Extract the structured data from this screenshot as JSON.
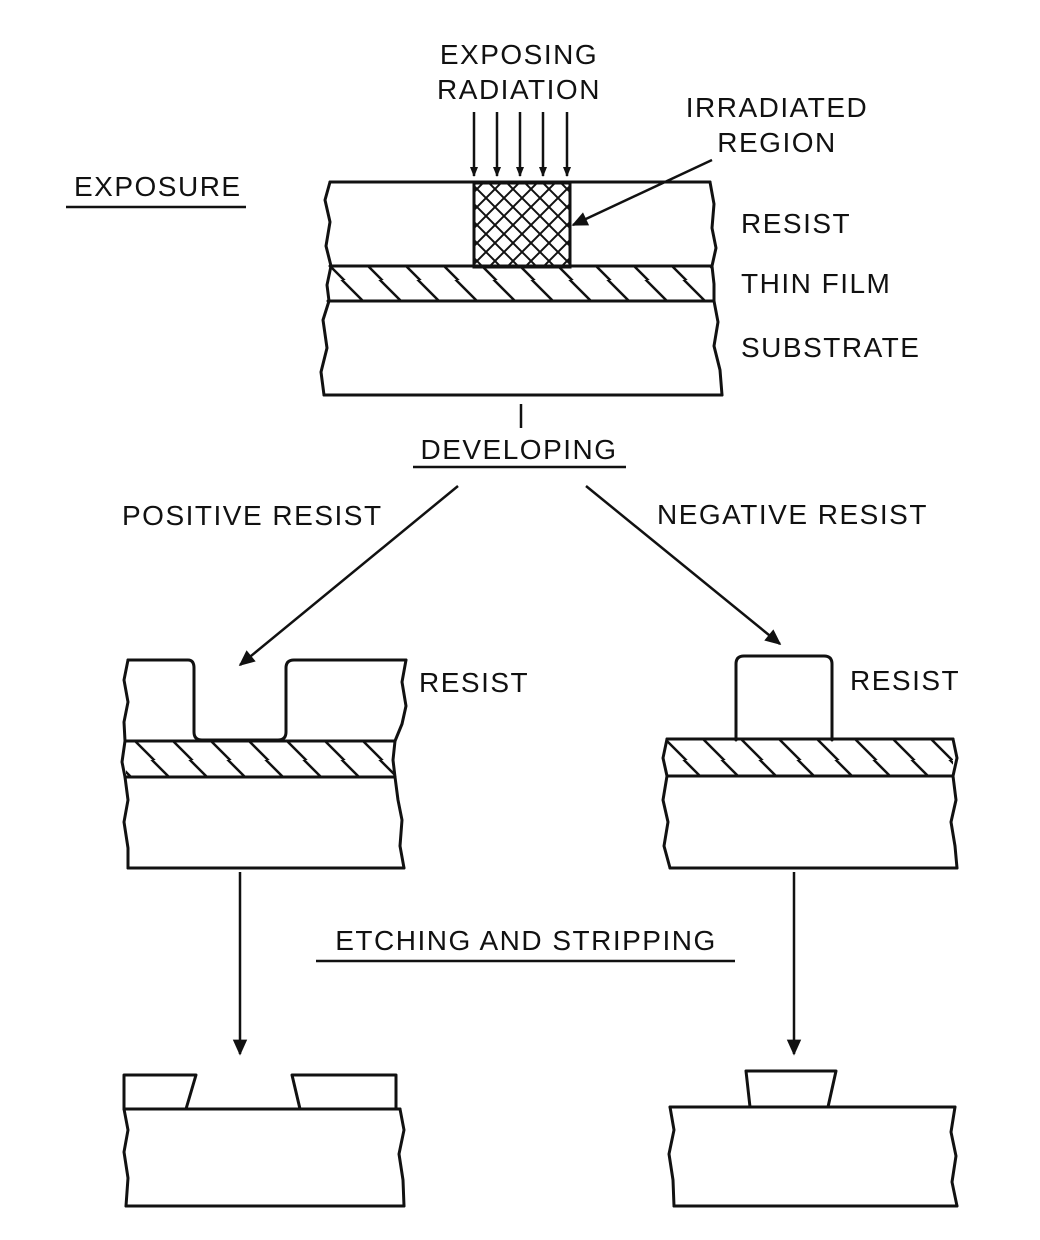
{
  "labels": {
    "exposing_radiation_line1": "EXPOSING",
    "exposing_radiation_line2": "RADIATION",
    "irradiated_region_line1": "IRRADIATED",
    "irradiated_region_line2": "REGION",
    "exposure": "EXPOSURE",
    "resist": "RESIST",
    "thin_film": "THIN FILM",
    "substrate": "SUBSTRATE",
    "developing": "DEVELOPING",
    "positive_resist": "POSITIVE RESIST",
    "negative_resist": "NEGATIVE RESIST",
    "resist_positive": "RESIST",
    "resist_negative": "RESIST",
    "etching_and_stripping": "ETCHING AND STRIPPING"
  }
}
